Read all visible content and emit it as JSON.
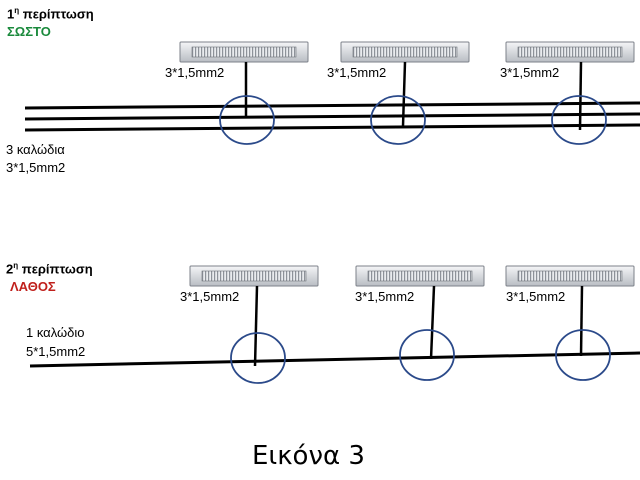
{
  "case1": {
    "ordinal": "1",
    "ordinal_sup": "η",
    "title": "περίπτωση",
    "status": "ΣΩΣΤΟ",
    "status_color": "#1a8a3c",
    "fixture_labels": [
      "3*1,5mm2",
      "3*1,5mm2",
      "3*1,5mm2"
    ],
    "cable_line1": "3 καλώδια",
    "cable_line2": "3*1,5mm2"
  },
  "case2": {
    "ordinal": "2",
    "ordinal_sup": "η",
    "title": "περίπτωση",
    "status": "ΛΑΘΟΣ",
    "status_color": "#c0201c",
    "fixture_labels": [
      "3*1,5mm2",
      "3*1,5mm2",
      "3*1,5mm2"
    ],
    "cable_line1": "1 καλώδιο",
    "cable_line2": "5*1,5mm2"
  },
  "caption": "Εικόνα 3",
  "colors": {
    "junction_circle": "#2b4a8a",
    "wire": "#000000",
    "fixture_frame": "#a9adb3"
  }
}
